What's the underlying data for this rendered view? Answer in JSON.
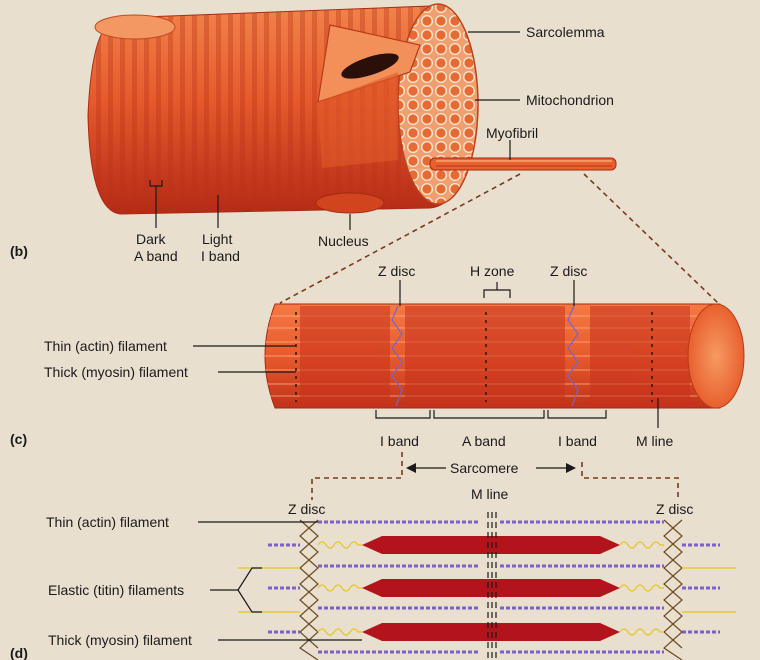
{
  "panel_b": {
    "letter": "(b)",
    "sarcolemma": "Sarcolemma",
    "mitochondrion": "Mitochondrion",
    "myofibril": "Myofibril",
    "dark_a_band_1": "Dark",
    "dark_a_band_2": "A band",
    "light_i_band_1": "Light",
    "light_i_band_2": "I band",
    "nucleus": "Nucleus"
  },
  "panel_c": {
    "letter": "(c)",
    "z_disc_left": "Z disc",
    "h_zone": "H zone",
    "z_disc_right": "Z disc",
    "thin_filament": "Thin (actin) filament",
    "thick_filament": "Thick (myosin) filament",
    "i_band_left": "I band",
    "a_band": "A band",
    "i_band_right": "I band",
    "m_line": "M line",
    "sarcomere": "Sarcomere"
  },
  "panel_d": {
    "letter": "(d)",
    "m_line": "M line",
    "z_disc_left": "Z disc",
    "z_disc_right": "Z disc",
    "thin_filament": "Thin (actin) filament",
    "elastic_filaments": "Elastic (titin) filaments",
    "thick_filament": "Thick (myosin) filament"
  },
  "colors": {
    "muscle_dark": "#c8321c",
    "muscle_mid": "#e8602e",
    "muscle_light": "#f4935a",
    "myosin": "#b3141c",
    "actin": "#7a62c8",
    "titin": "#e7c83a",
    "background": "#e9dfcf"
  }
}
